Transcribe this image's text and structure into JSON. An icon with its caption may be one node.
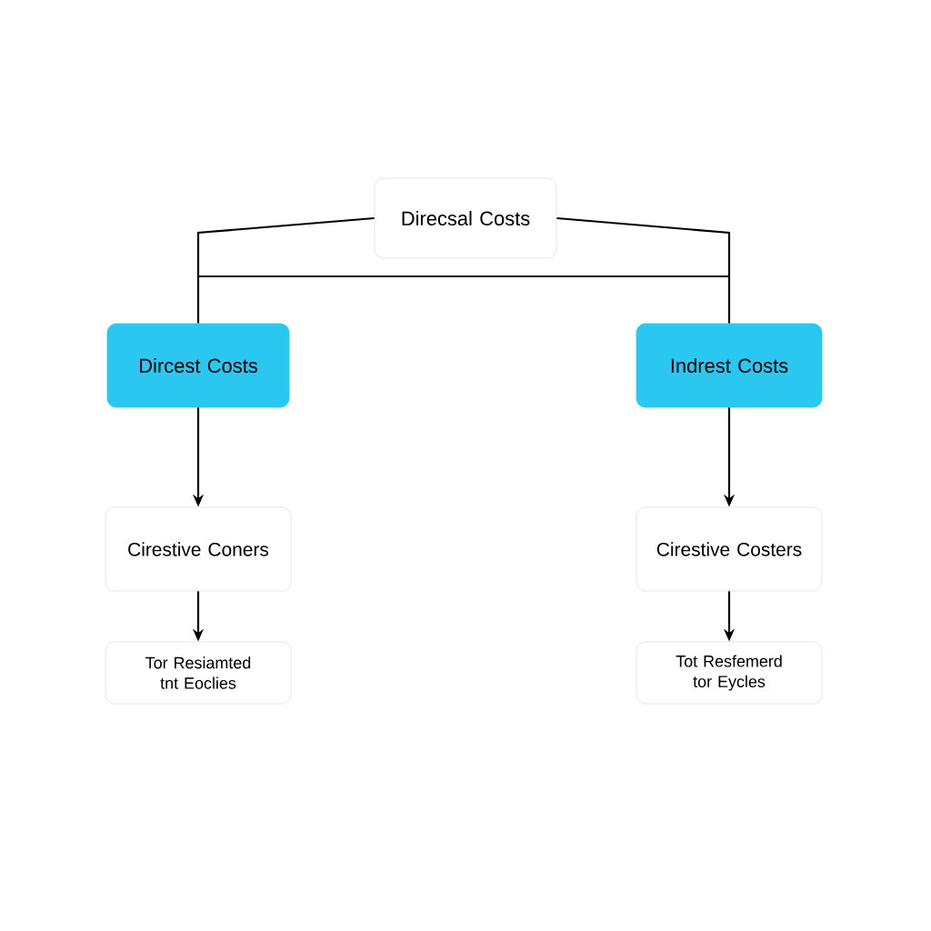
{
  "diagram": {
    "nodes": [
      {
        "text": [
          "Direcsal Costs"
        ]
      },
      {
        "text": [
          "Dircest Costs"
        ]
      },
      {
        "text": [
          "Indrest Costs"
        ]
      },
      {
        "text": [
          "Cirestive Coners"
        ]
      },
      {
        "text": [
          "Cirestive Costers"
        ]
      },
      {
        "text": [
          "Tor Resiamted tnt Eoclies"
        ]
      },
      {
        "text": [
          "Tot Resfemerd tor Eycles"
        ]
      }
    ],
    "edges": [
      {
        "from": 0,
        "to": 1,
        "arrow": "none"
      },
      {
        "from": 0,
        "to": 2,
        "arrow": "none"
      },
      {
        "from": 1,
        "to": 3,
        "arrow": "to"
      },
      {
        "from": 2,
        "to": 4,
        "arrow": "to"
      },
      {
        "from": 3,
        "to": 5,
        "arrow": "to"
      },
      {
        "from": 4,
        "to": 6,
        "arrow": "to"
      }
    ]
  }
}
